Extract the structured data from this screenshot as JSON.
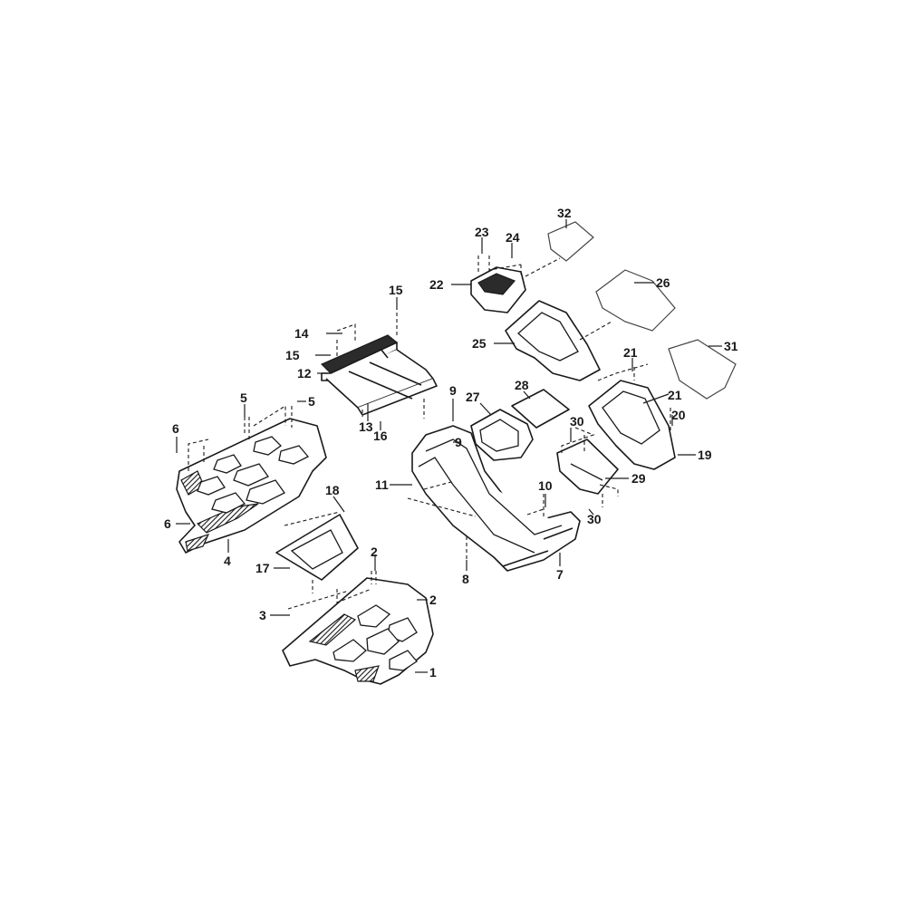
{
  "callouts": [
    "1",
    "2",
    "2",
    "3",
    "4",
    "5",
    "5",
    "6",
    "6",
    "7",
    "8",
    "9",
    "9",
    "10",
    "11",
    "12",
    "13",
    "14",
    "15",
    "15",
    "16",
    "17",
    "18",
    "19",
    "20",
    "21",
    "21",
    "22",
    "23",
    "24",
    "25",
    "26",
    "27",
    "28",
    "29",
    "30",
    "30",
    "31",
    "32"
  ]
}
